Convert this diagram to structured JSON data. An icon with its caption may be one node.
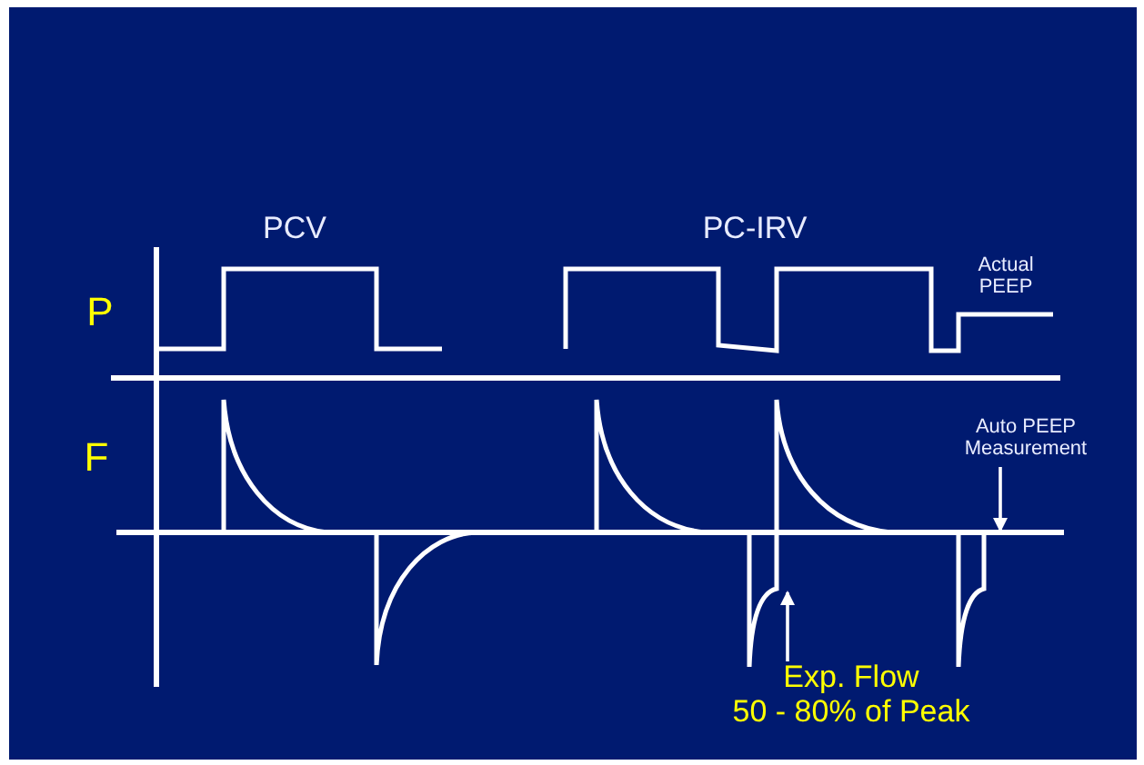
{
  "diagram": {
    "nodes": [
      {
        "text": [
          "Auto PEEP Measurement"
        ]
      },
      {
        "text": [
          "Exp. Flow",
          "50 - 80% of Peak"
        ]
      }
    ],
    "edges": [
      {
        "from": 0,
        "to": null,
        "arrow": "to"
      },
      {
        "from": 1,
        "to": null,
        "arrow": "to"
      }
    ],
    "labels": [
      "PCV",
      "PC-IRV",
      "P",
      "F",
      "Actual PEEP"
    ]
  }
}
